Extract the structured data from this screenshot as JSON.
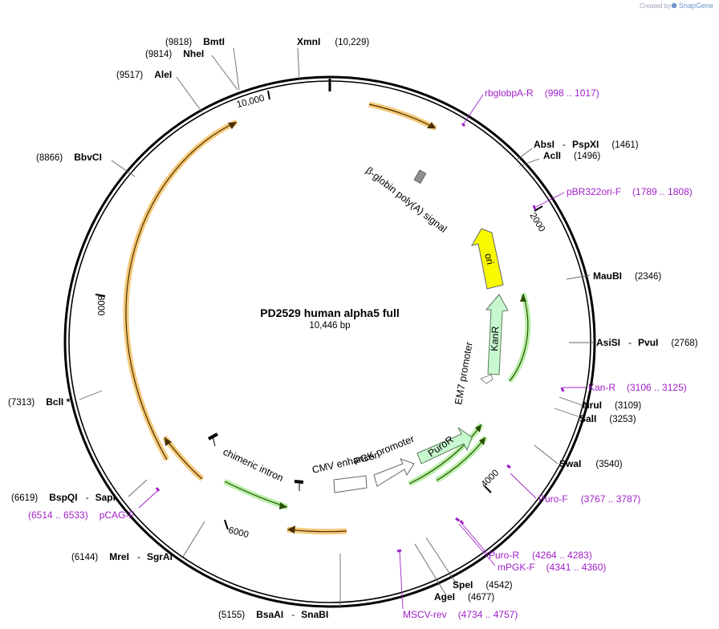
{
  "credit": {
    "created_by": "Created by",
    "brand": "SnapGene"
  },
  "plasmid": {
    "name": "PD2529 human alpha5 full",
    "size_label": "10,446 bp"
  },
  "ticks": {
    "t10000": "10,000",
    "t2000": "2000",
    "t4000": "4000",
    "t6000": "6000",
    "t8000": "8000"
  },
  "sites": {
    "bmti": {
      "pos": "(9818)",
      "name": "BmtI"
    },
    "nhei": {
      "pos": "(9814)",
      "name": "NheI"
    },
    "alei": {
      "pos": "(9517)",
      "name": "AleI"
    },
    "xmni": {
      "name": "XmnI",
      "pos": "(10,229)"
    },
    "bbvci": {
      "pos": "(8866)",
      "name": "BbvCI"
    },
    "absi": {
      "name": "AbsI",
      "sep": "-",
      "name2": "PspXI",
      "pos": "(1461)"
    },
    "acli": {
      "name": "AclI",
      "pos": "(1496)"
    },
    "maubi": {
      "name": "MauBI",
      "pos": "(2346)"
    },
    "asisi": {
      "name": "AsiSI",
      "sep": "-",
      "name2": "PvuI",
      "pos": "(2768)"
    },
    "nrui": {
      "name": "NruI",
      "pos": "(3109)"
    },
    "sali": {
      "name": "SalI",
      "pos": "(3253)"
    },
    "swai": {
      "name": "SwaI",
      "pos": "(3540)"
    },
    "bcli": {
      "pos": "(7313)",
      "name": "BclI *"
    },
    "bspqi": {
      "pos": "(6619)",
      "name": "BspQI",
      "sep": "-",
      "name2": "SapI"
    },
    "mrei": {
      "pos": "(6144)",
      "name": "MreI",
      "sep": "-",
      "name2": "SgrAI"
    },
    "bsaai": {
      "pos": "(5155)",
      "name": "BsaAI",
      "sep": "-",
      "name2": "SnaBI"
    },
    "spei": {
      "name": "SpeI",
      "pos": "(4542)"
    },
    "agei": {
      "name": "AgeI",
      "pos": "(4677)"
    }
  },
  "primers": {
    "rbglob": {
      "name": "rbglobpA-R",
      "range": "(998 .. 1017)"
    },
    "pbr": {
      "name": "pBR322ori-F",
      "range": "(1789 .. 1808)"
    },
    "kanr": {
      "name": "Kan-R",
      "range": "(3106 .. 3125)"
    },
    "purof": {
      "name": "Puro-F",
      "range": "(3767 .. 3787)"
    },
    "puror": {
      "name": "Puro-R",
      "range": "(4264 .. 4283)"
    },
    "mpgk": {
      "name": "mPGK-F",
      "range": "(4341 .. 4360)"
    },
    "msvc": {
      "name": "MSCV-rev",
      "range": "(4734 .. 4757)"
    },
    "pcag": {
      "range": "(6514 .. 6533)",
      "name": "pCAG-F"
    }
  },
  "features": {
    "bglobin": "β-globin poly(A) signal",
    "ori": "ori",
    "kanr": "KanR",
    "em7": "EM7 promoter",
    "puror": "PuroR",
    "pgk": "PGK promoter",
    "cmv": "CMV enhancer",
    "chimeric": "chimeric intron"
  },
  "colors": {
    "primer": "#a020c8",
    "orange_halo": "#f5c97a",
    "green_halo": "#b8f0a8",
    "ori": "#f8f800",
    "kanr_fill": "#c8f8d0",
    "puror_fill": "#c8f8d0"
  }
}
